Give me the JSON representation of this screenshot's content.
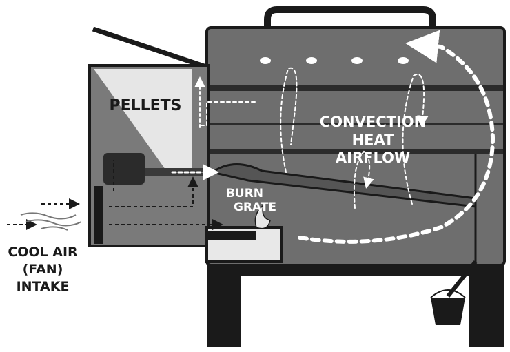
{
  "labels": {
    "pellets": "PELLETS",
    "convection": [
      "CONVECTION",
      "HEAT",
      "AIRFLOW"
    ],
    "burn_grate": [
      "BURN",
      "GRATE"
    ],
    "cool_air": [
      "COOL AIR",
      "(FAN)",
      "INTAKE"
    ]
  },
  "colors": {
    "body": "#6e6e6e",
    "body_dark": "#4a4a4a",
    "outline": "#1a1a1a",
    "pellets": "#e6e6e6",
    "arrow_light": "#ffffff",
    "arrow_dark": "#1a1a1a"
  }
}
